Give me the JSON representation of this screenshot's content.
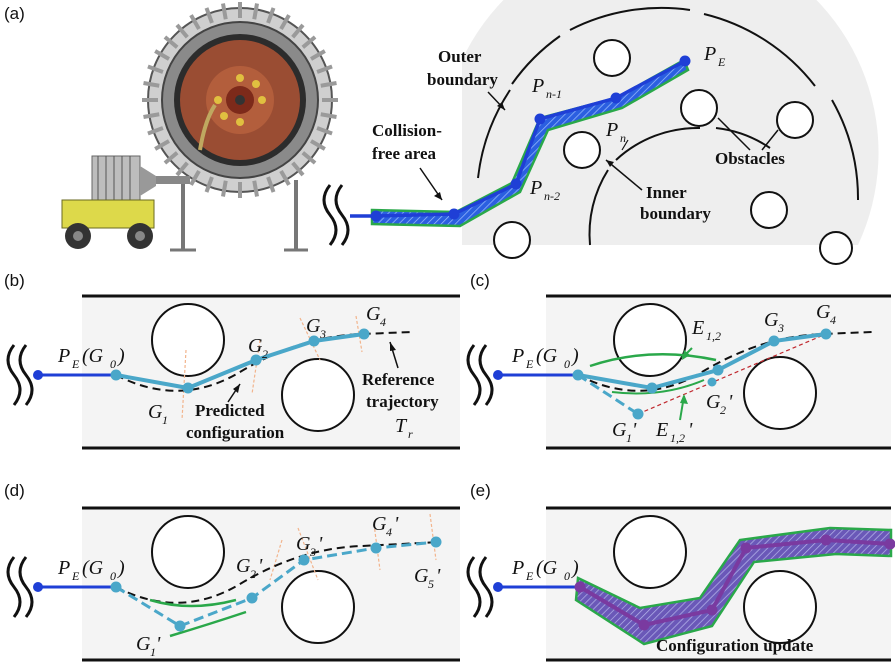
{
  "panels": {
    "a": {
      "label": "(a)",
      "outer_boundary": [
        "Outer",
        "boundary"
      ],
      "collision_free": [
        "Collision-",
        "free area"
      ],
      "inner_boundary": [
        "Inner",
        "boundary"
      ],
      "obstacles": "Obstacles",
      "pe_main": "P",
      "pe_sub": "E",
      "pn1_main": "P",
      "pn1_sub": "n-1",
      "pn_main": "P",
      "pn_sub": "n",
      "pn2_main": "P",
      "pn2_sub": "n-2"
    },
    "b": {
      "label": "(b)",
      "pe": "P",
      "pe_sub": "E",
      "g0": "(G",
      "g0_sub": "0",
      "g0_close": ")",
      "g1": "G",
      "g1_sub": "1",
      "g2": "G",
      "g2_sub": "2",
      "g3": "G",
      "g3_sub": "3",
      "g4": "G",
      "g4_sub": "4",
      "predicted": [
        "Predicted",
        "configuration"
      ],
      "reference": [
        "Reference",
        "trajectory"
      ],
      "tr": "T",
      "tr_sub": "r"
    },
    "c": {
      "label": "(c)",
      "pe": "P",
      "pe_sub": "E",
      "g0": "(G",
      "g0_sub": "0",
      "g0_close": ")",
      "e12": "E",
      "e12_sub": "1,2",
      "e12p": "E",
      "e12p_sub": "1,2",
      "e12p_prime": "'",
      "g3": "G",
      "g3_sub": "3",
      "g4": "G",
      "g4_sub": "4",
      "g2p": "G",
      "g2p_sub": "2",
      "g2p_prime": "'",
      "g1p": "G",
      "g1p_sub": "1",
      "g1p_prime": "'"
    },
    "d": {
      "label": "(d)",
      "pe": "P",
      "pe_sub": "E",
      "g0": "(G",
      "g0_sub": "0",
      "g0_close": ")",
      "g1p": "G",
      "g1p_sub": "1",
      "g1p_prime": "'",
      "g2p": "G",
      "g2p_sub": "2",
      "g2p_prime": "'",
      "g3p": "G",
      "g3p_sub": "3",
      "g3p_prime": "'",
      "g4p": "G",
      "g4p_sub": "4",
      "g4p_prime": "'",
      "g5p": "G",
      "g5p_sub": "5",
      "g5p_prime": "'"
    },
    "e": {
      "label": "(e)",
      "pe": "P",
      "pe_sub": "E",
      "g0": "(G",
      "g0_sub": "0",
      "g0_close": ")",
      "update": "Configuration update"
    }
  },
  "colors": {
    "blue_link": "#1f3fd6",
    "cyan_link": "#4aa7c9",
    "green_edge": "#2aa84a",
    "purple_link": "#7a3aa0",
    "panel_bg": "#f4f4f4",
    "orange_tick": "#f2b48c",
    "red_dash": "#c0282e"
  }
}
